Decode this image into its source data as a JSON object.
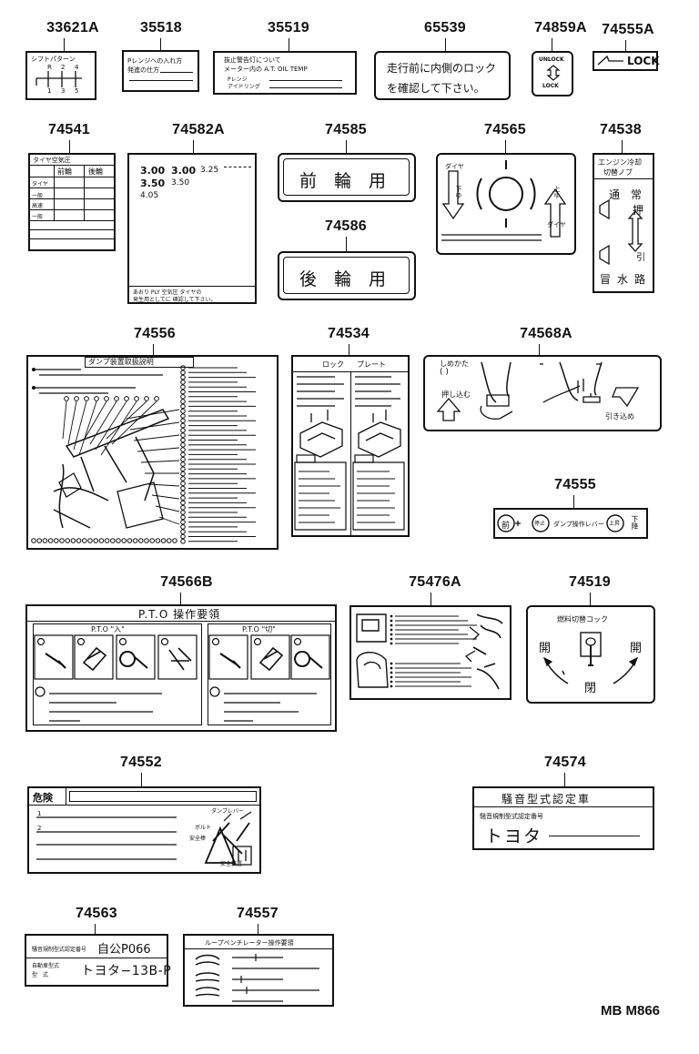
{
  "parts": {
    "p33621A": "33621A",
    "p35518": "35518",
    "p35519": "35519",
    "p65539": "65539",
    "p74859A": "74859A",
    "p74555A": "74555A",
    "p74541": "74541",
    "p74582A": "74582A",
    "p74585": "74585",
    "p74565": "74565",
    "p74538": "74538",
    "p74586": "74586",
    "p74556": "74556",
    "p74534": "74534",
    "p74568A": "74568A",
    "p74555": "74555",
    "p74566B": "74566B",
    "p75476A": "75476A",
    "p74519": "74519",
    "p74552": "74552",
    "p74574": "74574",
    "p74563": "74563",
    "p74557": "74557"
  },
  "labels": {
    "shift_pattern": {
      "title": "シフトパターン",
      "r": "R",
      "g2": "2",
      "g4": "4",
      "g1": "1",
      "g3": "3",
      "g5": "5"
    },
    "l35518": {
      "line1": "Pレンジへの入れ方",
      "line2": "発進の仕方"
    },
    "l35519": {
      "line1": "抜止警告灯について",
      "line2": "メーター内の A.T.  OIL  TEMP",
      "line3": "Pレンジ",
      "line4": "アイドリング"
    },
    "l65539": {
      "line1": "走行前に内側のロック",
      "line2": "を確認して下さい。"
    },
    "l74859A": {
      "top": "UNLOCK",
      "bottom": "LOCK"
    },
    "l74555A": {
      "text": "LOCK"
    },
    "l74541": {
      "title": "タイヤ空気圧",
      "col1": "前輪",
      "col2": "後輪",
      "row1": "タイヤ",
      "row2": "一般",
      "row3": "高速",
      "row4": "一般"
    },
    "l74582A": {
      "r1a": "3.00",
      "r1b": "3.00",
      "r1c": "3.25",
      "r2a": "3.50",
      "r2b": "3.50",
      "r3a": "4.05",
      "foot1": "あおり  PLY  空気圧  タイヤの",
      "foot2": "発生用としてに  確認して下さい。"
    },
    "l74585": {
      "text": "前　輪　用"
    },
    "l74586": {
      "text": "後　輪　用"
    },
    "l74565": {
      "left_top": "ダイヤ",
      "left_mid": "下ゆ",
      "right_mid": "上ゆ",
      "right_bottom": "ダイヤ"
    },
    "l74538": {
      "title1": "エンジン冷却",
      "title2": "切替ノブ",
      "c1": "通",
      "c2": "常",
      "c3": "押",
      "c4": "引",
      "c5": "冒",
      "c6": "水",
      "c7": "路"
    },
    "l74556": {
      "title": "ダンプ装置取扱説明"
    },
    "l74534": {
      "title1": "ロック",
      "title2": "プレート"
    },
    "l74568A": {
      "title": "しめかた",
      "paren": "(   )",
      "left_caption": "押し込む",
      "right_caption": "引き込め"
    },
    "l74555": {
      "text": "ダンプ操作レバー",
      "c1": "前",
      "c2": "停止",
      "c3": "上昇",
      "c4": "下降"
    },
    "l74566B": {
      "title": "P.T.O 操作要領",
      "left_head": "P.T.O \"入\"",
      "right_head": "P.T.O \"切\""
    },
    "l74519": {
      "title": "燃料切替コック",
      "open": "開",
      "close": "閉",
      "open2": "開"
    },
    "l74552": {
      "title": "危険",
      "tag": "ダンプレバー",
      "small1": "ボルト",
      "small2": "安全棒",
      "small3": "安全装置"
    },
    "l74574": {
      "title": "騒音型式認定車",
      "sub": "騒音規制型式認定番号",
      "brand": "トヨタ"
    },
    "l74563": {
      "r1": "騒音規制型式認定番号",
      "r1v": "自公P066",
      "r2": "自動車型式",
      "r2b": "型　式",
      "r2v": "トヨタ−13B-P"
    },
    "l74557": {
      "title": "ループベンチレーター操作要領"
    }
  },
  "footer": {
    "code": "MB M866"
  }
}
